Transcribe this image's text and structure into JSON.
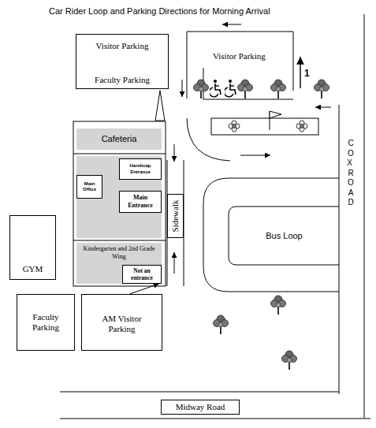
{
  "diagram": {
    "title": "Car Rider Loop and Parking Directions for Morning Arrival",
    "nodes": [
      {
        "text": [
          "Visitor Parking",
          "Faculty Parking"
        ]
      },
      {
        "text": [
          "Cafeteria"
        ]
      },
      {
        "text": [
          "Handicap Entrance"
        ]
      },
      {
        "text": [
          "Main Office"
        ]
      },
      {
        "text": [
          "Main Entrance"
        ]
      },
      {
        "text": [
          "Sidewalk"
        ]
      },
      {
        "text": [
          "Bus Loop"
        ]
      },
      {
        "text": [
          "Kindergarten and 2nd Grade Wing"
        ]
      },
      {
        "text": [
          "Not an entrance"
        ],
        "in": 7
      },
      {
        "text": [
          "GYM"
        ]
      },
      {
        "text": [
          "Faculty Parking"
        ]
      },
      {
        "text": [
          "AM Visitor Parking"
        ]
      },
      {
        "text": [
          "Midway Road"
        ]
      }
    ],
    "edges": [
      {
        "from": 11,
        "to": 7,
        "arrow": "to"
      }
    ],
    "labels": [
      "Visitor Parking",
      "1",
      "COX ROAD"
    ]
  }
}
